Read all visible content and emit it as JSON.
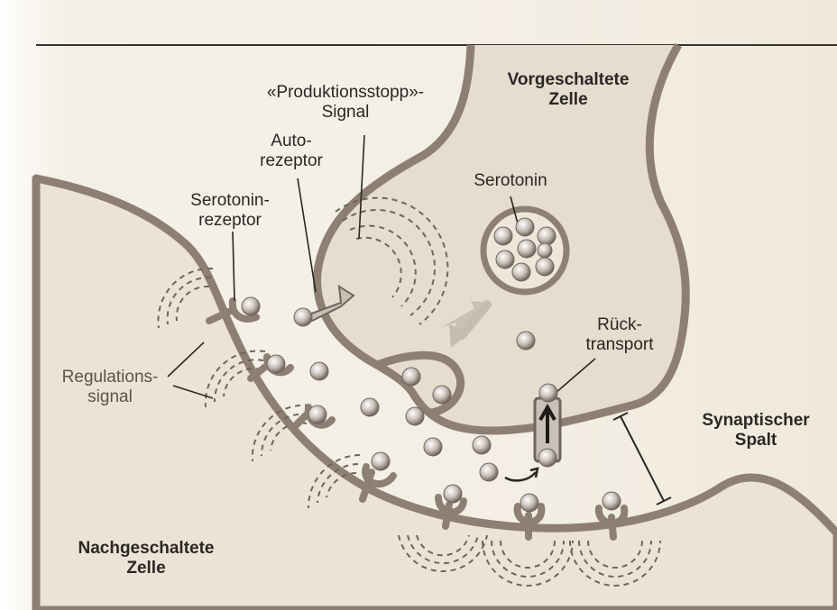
{
  "labels": {
    "presynaptic_line1": "Vorgeschaltete",
    "presynaptic_line2": "Zelle",
    "stop_signal_line1": "«Produktionsstopp»-",
    "stop_signal_line2": "Signal",
    "autoreceptor_line1": "Auto-",
    "autoreceptor_line2": "rezeptor",
    "serotonin_receptor_line1": "Serotonin-",
    "serotonin_receptor_line2": "rezeptor",
    "serotonin": "Serotonin",
    "reuptake_line1": "Rück-",
    "reuptake_line2": "transport",
    "regulation_line1": "Regulations-",
    "regulation_line2": "signal",
    "cleft_line1": "Synaptischer",
    "cleft_line2": "Spalt",
    "postsynaptic_line1": "Nachgeschaltete",
    "postsynaptic_line2": "Zelle"
  },
  "colors": {
    "paper": "#f4efe6",
    "cell_fill": "#e6dccf",
    "membrane": "#8d7f73",
    "molecule": "#c9c0b8",
    "dark": "#2b2724"
  }
}
